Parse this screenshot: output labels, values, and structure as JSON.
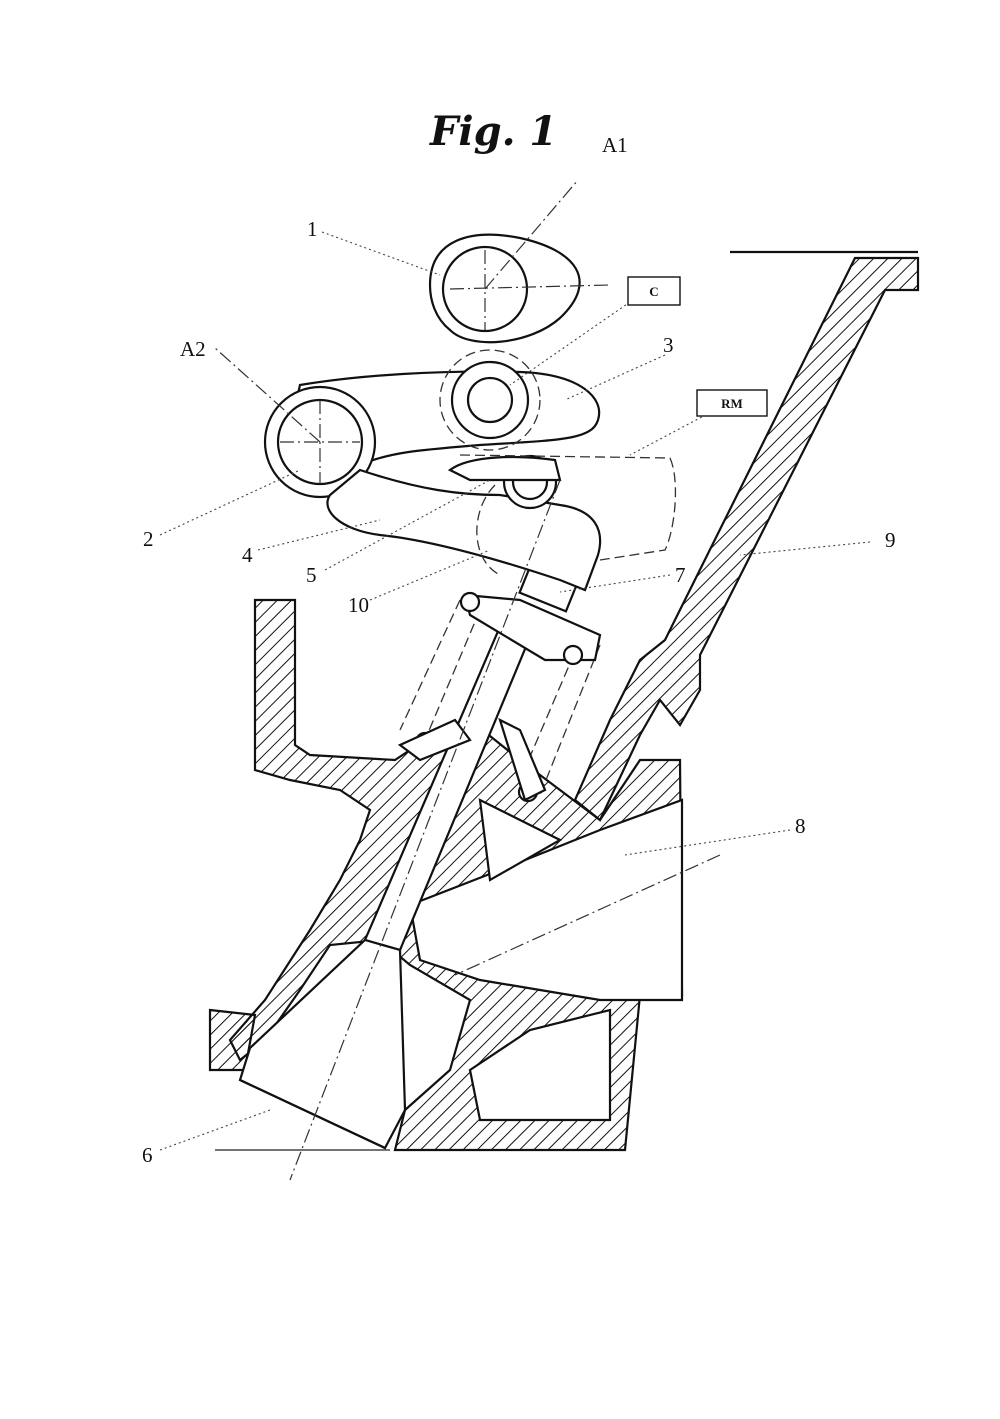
{
  "figure": {
    "title": "Fig. 1"
  },
  "labels": {
    "a1": "A1",
    "a2": "A2",
    "c": "C",
    "rm": "RM",
    "n1": "1",
    "n2": "2",
    "n3": "3",
    "n4": "4",
    "n5": "5",
    "n6": "6",
    "n7": "7",
    "n8": "8",
    "n9": "9",
    "n10": "10"
  }
}
